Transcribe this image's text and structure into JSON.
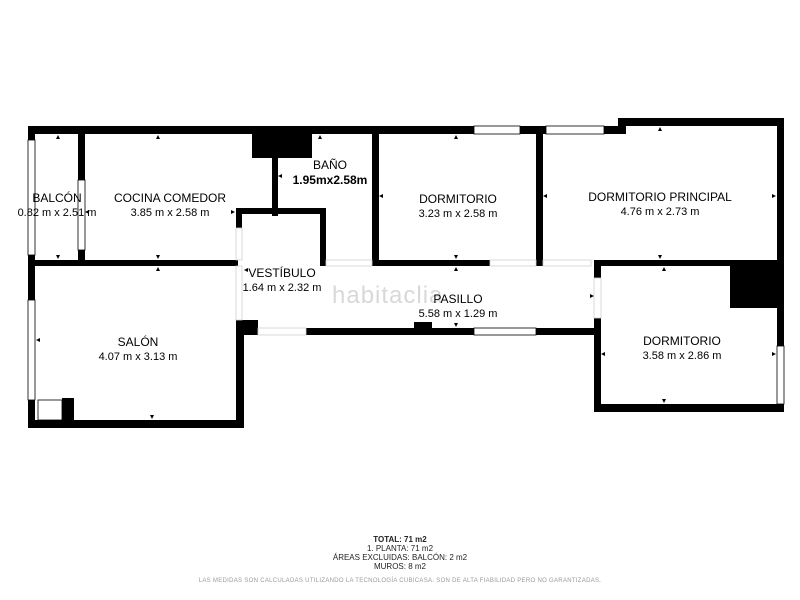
{
  "rooms": {
    "balcon": {
      "name": "BALCÓN",
      "dims": "0.82 m x 2.51 m"
    },
    "cocina": {
      "name": "COCINA COMEDOR",
      "dims": "3.85 m x 2.58 m"
    },
    "bano": {
      "name": "BAÑO",
      "dims": "1.95mx2.58m"
    },
    "dormitorio1": {
      "name": "DORMITORIO",
      "dims": "3.23 m x 2.58 m"
    },
    "principal": {
      "name": "DORMITORIO PRINCIPAL",
      "dims": "4.76 m x 2.73 m"
    },
    "vestibulo": {
      "name": "VESTÍBULO",
      "dims": "1.64 m x 2.32 m"
    },
    "pasillo": {
      "name": "PASILLO",
      "dims": "5.58 m x 1.29 m"
    },
    "salon": {
      "name": "SALÓN",
      "dims": "4.07 m x 3.13 m"
    },
    "dormitorio2": {
      "name": "DORMITORIO",
      "dims": "3.58 m x 2.86 m"
    }
  },
  "watermark": "habitaclia",
  "totals": {
    "total": "TOTAL: 71 m2",
    "planta": "1. PLANTA: 71 m2",
    "excluidas": "ÁREAS EXCLUIDAS: BALCÓN: 2 m2",
    "muros": "MUROS: 8 m2"
  },
  "disclaimer": "LAS MEDIDAS SON CALCULADAS UTILIZANDO LA TECNOLOGÍA CUBICASA. SON DE ALTA FIABILIDAD PERO NO GARANTIZADAS.",
  "colors": {
    "wall": "#000000",
    "window": "#ffffff",
    "background": "#ffffff"
  }
}
